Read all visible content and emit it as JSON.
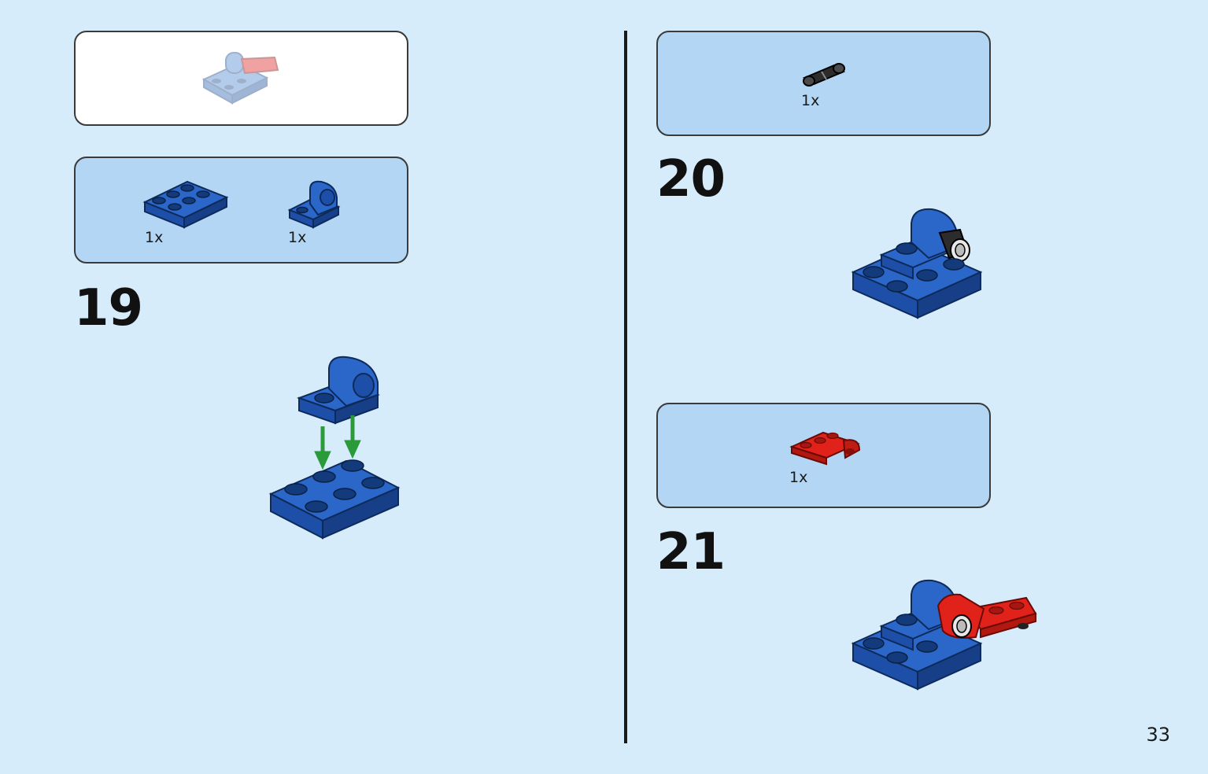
{
  "steps": [
    {
      "number": "19",
      "parts": [
        {
          "qty": "1x",
          "name": "blue-plate-2x3-icon"
        },
        {
          "qty": "1x",
          "name": "blue-pin-hole-plate-icon"
        }
      ]
    },
    {
      "number": "20",
      "parts": [
        {
          "qty": "1x",
          "name": "black-technic-pin-icon"
        }
      ]
    },
    {
      "number": "21",
      "parts": [
        {
          "qty": "1x",
          "name": "red-plate-with-pin-hole-icon"
        }
      ]
    }
  ],
  "page_number": "33",
  "colors": {
    "background": "#d6ecfb",
    "parts_box": "#b3d6f4",
    "brick_blue": "#1f5fc4",
    "brick_red": "#d81b14",
    "arrow_green": "#2a9a3a"
  }
}
